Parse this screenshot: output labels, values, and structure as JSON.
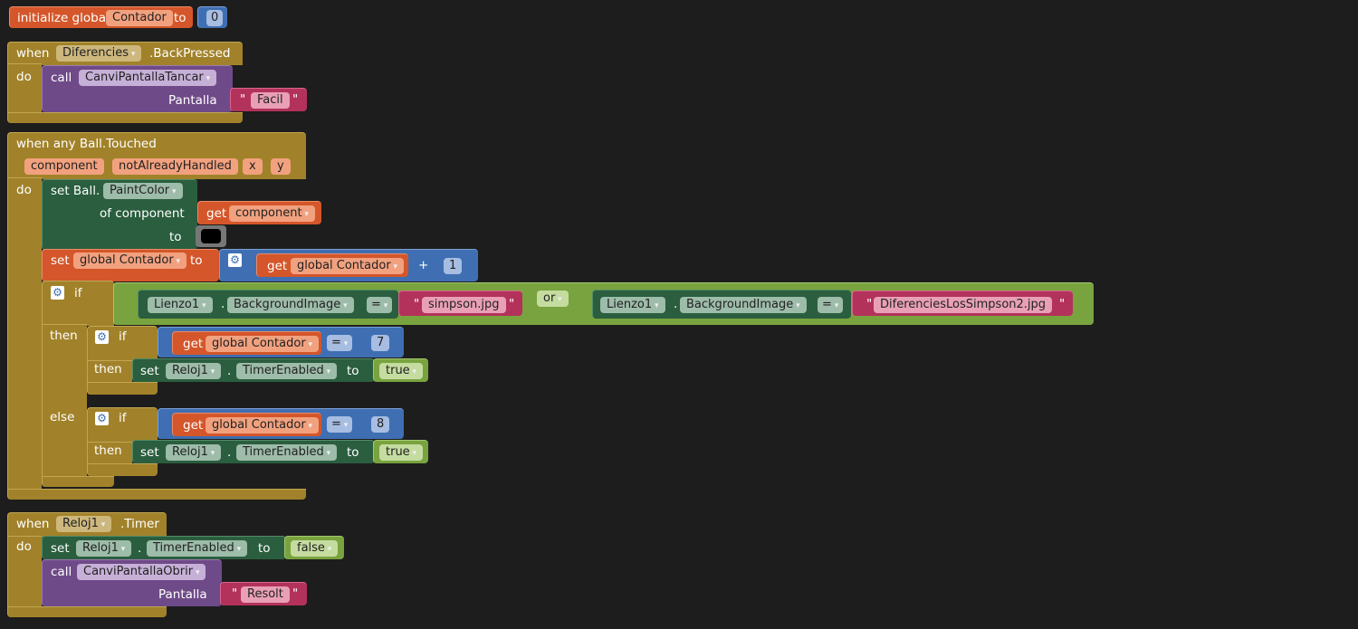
{
  "init_global": {
    "label": "initialize global",
    "var_name": "Contador",
    "to": "to",
    "value": "0"
  },
  "back_pressed": {
    "when": "when",
    "component": "Diferencies",
    "event": ".BackPressed",
    "do": "do",
    "call": "call",
    "procedure": "CanviPantallaTancar",
    "param_label": "Pantalla",
    "param_value": "Facil"
  },
  "ball_touched": {
    "header": "when any Ball.Touched",
    "params": [
      "component",
      "notAlreadyHandled",
      "x",
      "y"
    ],
    "do": "do",
    "set_ball": {
      "set": "set Ball.",
      "property": "PaintColor",
      "of_component": "of component",
      "get": "get",
      "get_var": "component",
      "to": "to",
      "color": "#000000"
    },
    "set_counter": {
      "set": "set",
      "var": "global Contador",
      "to": "to",
      "get": "get",
      "get_var": "global Contador",
      "op": "+",
      "number": "1"
    },
    "if_block": {
      "if": "if",
      "then": "then",
      "else": "else",
      "or": "or",
      "left": {
        "component": "Lienzo1",
        "property": "BackgroundImage",
        "eq": "=",
        "text": "simpson.jpg"
      },
      "right": {
        "component": "Lienzo1",
        "property": "BackgroundImage",
        "eq": "=",
        "text": "DiferenciesLosSimpson2.jpg"
      }
    },
    "then_if": {
      "if": "if",
      "then": "then",
      "get": "get",
      "var": "global Contador",
      "eq": "=",
      "number": "7",
      "set": "set",
      "component": "Reloj1",
      "property": "TimerEnabled",
      "to": "to",
      "bool": "true"
    },
    "else_if": {
      "if": "if",
      "then": "then",
      "get": "get",
      "var": "global Contador",
      "eq": "=",
      "number": "8",
      "set": "set",
      "component": "Reloj1",
      "property": "TimerEnabled",
      "to": "to",
      "bool": "true"
    }
  },
  "timer": {
    "when": "when",
    "component": "Reloj1",
    "event": ".Timer",
    "do": "do",
    "set": "set",
    "set_component": "Reloj1",
    "property": "TimerEnabled",
    "to": "to",
    "bool": "false",
    "call": "call",
    "procedure": "CanviPantallaObrir",
    "param_label": "Pantalla",
    "param_value": "Resolt"
  },
  "symbols": {
    "dot": ".",
    "quote": "\""
  },
  "icons": {
    "mutator": "gear-icon",
    "dropdown": "triangle-down"
  },
  "colors": {
    "workspace": "#1d1d1d",
    "event": "#a1822a",
    "variable": "#d4562a",
    "math": "#3f6fb2",
    "procedure": "#6f4a88",
    "text": "#b3325b",
    "component": "#2a5e3e",
    "logic": "#79a33e"
  }
}
